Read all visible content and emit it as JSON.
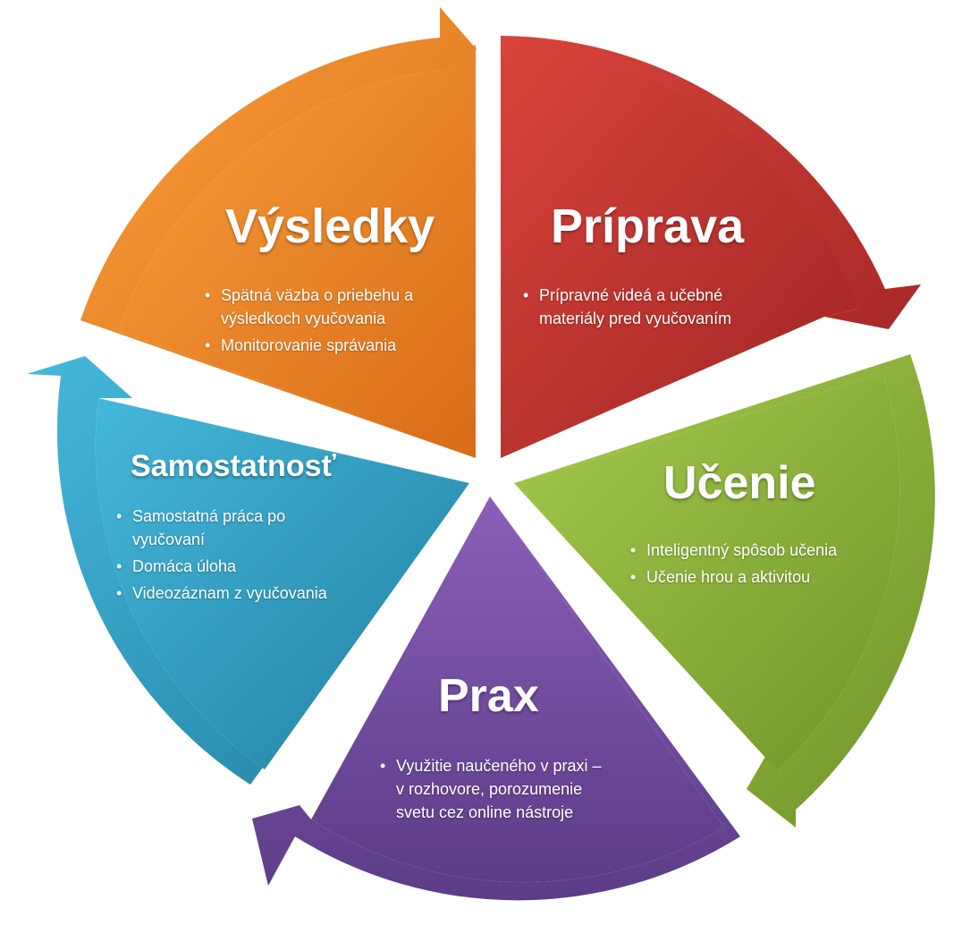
{
  "colors": {
    "priprava": "#c0392b",
    "ucenie": "#8cb03c",
    "prax": "#6e4a9a",
    "samostatnost": "#2f9ec6",
    "vysledky": "#f0872a"
  },
  "segments": {
    "priprava": {
      "title": "Príprava",
      "items": [
        "Prípravné videá a učebné materiály pred vyučovaním"
      ]
    },
    "ucenie": {
      "title": "Učenie",
      "items": [
        "Inteligentný spôsob učenia",
        "Učenie hrou a aktivitou"
      ]
    },
    "prax": {
      "title": "Prax",
      "items": [
        "Využitie naučeného v praxi – v rozhovore, porozumenie svetu cez online nástroje"
      ]
    },
    "samostatnost": {
      "title": "Samostatnosť",
      "items": [
        "Samostatná práca po vyučovaní",
        "Domáca úloha",
        "Videozáznam z vyučovania"
      ]
    },
    "vysledky": {
      "title": "Výsledky",
      "items": [
        "Spätná väzba o priebehu a výsledkoch vyučovania",
        "Monitorovanie správania"
      ]
    }
  }
}
